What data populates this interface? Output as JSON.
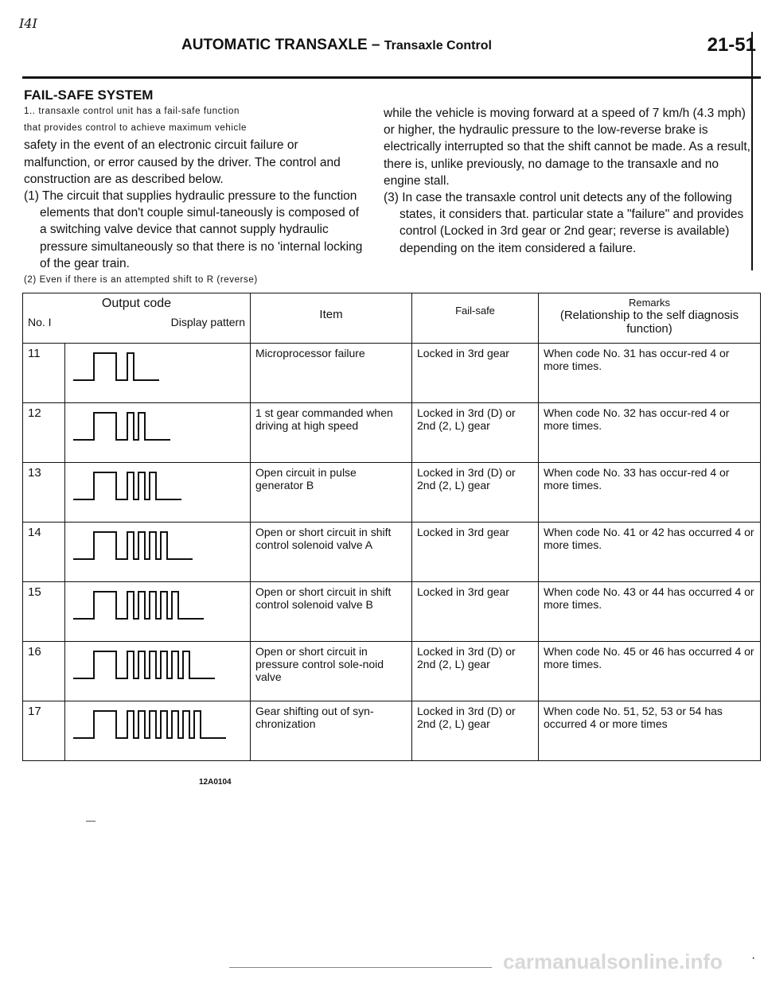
{
  "page": {
    "corner_mark": "I4I",
    "header": {
      "title": "AUTOMATIC TRANSAXLE",
      "dash": "–",
      "subtitle": "Transaxle Control",
      "page_number": "21-51"
    },
    "section_heading": "FAIL-SAFE SYSTEM",
    "left_column": [
      "1.. transaxle control unit has a fail-safe function",
      "that provides control to achieve maximum vehicle",
      "safety in the event of an electronic circuit failure or malfunction, or error caused by the driver. The control and construction are as described below.",
      "(1) The circuit that supplies hydraulic pressure to the function elements that don't couple simul-taneously is composed of a switching valve device that cannot supply hydraulic pressure simultaneously so that there is no 'internal locking of the gear train.",
      "(2) Even if there is an attempted shift to R (reverse)"
    ],
    "right_column": [
      "while the vehicle is moving forward at a speed of 7 km/h (4.3 mph) or higher, the hydraulic pressure to the low-reverse brake is electrically interrupted so that the shift cannot be made. As a result, there is, unlike previously, no damage to the transaxle and no engine stall.",
      "(3) In case the transaxle control unit detects any of the following states, it considers that. particular state a \"failure\" and provides control (Locked in 3rd gear or 2nd gear; reverse is available) depending on the item considered a failure."
    ],
    "table": {
      "headers": {
        "output_code": "Output code",
        "no": "No. I",
        "display_pattern": "Display pattern",
        "item": "Item",
        "fail_safe": "Fail-safe",
        "remarks": "Remarks",
        "remarks_sub": "(Relationship to the self diagnosis function)"
      },
      "rows": [
        {
          "no": "11",
          "pulses": 1,
          "item": "Microprocessor failure",
          "failsafe": "Locked in 3rd gear",
          "remarks": "When code No. 31 has occur-red 4 or more times."
        },
        {
          "no": "12",
          "pulses": 2,
          "item": "1 st gear commanded when driving at high speed",
          "failsafe": "Locked in 3rd (D) or 2nd (2, L) gear",
          "remarks": "When code No. 32 has occur-red 4 or more times."
        },
        {
          "no": "13",
          "pulses": 3,
          "item": "Open circuit in pulse generator B",
          "failsafe": "Locked in 3rd (D) or 2nd (2, L) gear",
          "remarks": "When code No. 33 has occur-red 4 or more times."
        },
        {
          "no": "14",
          "pulses": 4,
          "item": "Open or short circuit in shift control solenoid valve A",
          "failsafe": "Locked in 3rd gear",
          "remarks": "When code No. 41 or 42 has occurred 4 or more times."
        },
        {
          "no": "15",
          "pulses": 5,
          "item": "Open or short circuit in shift control solenoid valve B",
          "failsafe": "Locked in 3rd gear",
          "remarks": "When code No. 43 or 44 has occurred 4 or more times."
        },
        {
          "no": "16",
          "pulses": 6,
          "item": "Open or short circuit in pressure control sole-noid valve",
          "failsafe": "Locked in 3rd (D) or 2nd (2, L) gear",
          "remarks": "When code No. 45 or 46 has occurred 4 or more times."
        },
        {
          "no": "17",
          "pulses": 7,
          "item": "Gear shifting out of syn-chronization",
          "failsafe": "Locked in 3rd (D) or 2nd (2, L) gear",
          "remarks": "When code No. 51, 52, 53 or 54 has occurred 4 or more times"
        }
      ],
      "figure_code": "12A0104"
    },
    "watermark": "carmanualsonline.info",
    "end_mark": "·"
  }
}
